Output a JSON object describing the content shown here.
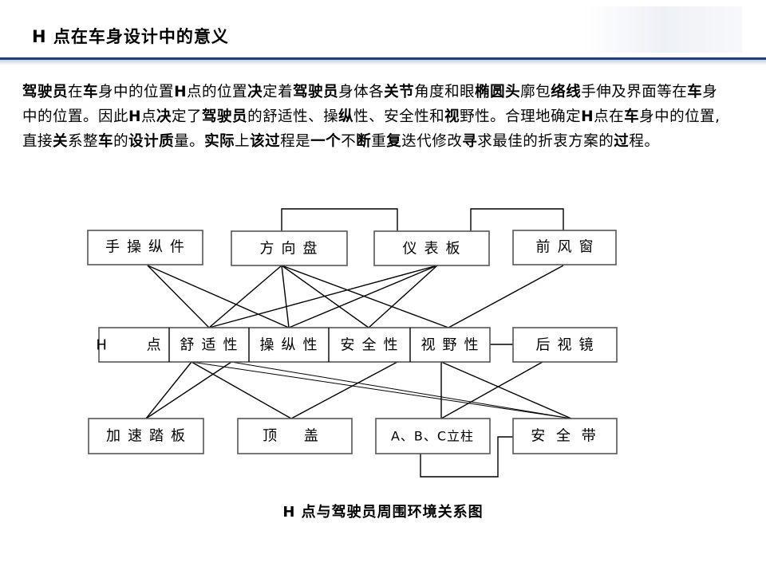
{
  "header": {
    "title": "H 点在车身设计中的意义"
  },
  "body": {
    "paragraph": [
      {
        "t": "驾驶员",
        "b": true
      },
      {
        "t": "在",
        "b": false
      },
      {
        "t": "车",
        "b": true
      },
      {
        "t": "身中的位置",
        "b": false
      },
      {
        "t": "H",
        "b": true
      },
      {
        "t": "点的位置",
        "b": false
      },
      {
        "t": "决",
        "b": true
      },
      {
        "t": "定着",
        "b": false
      },
      {
        "t": "驾驶员",
        "b": true
      },
      {
        "t": "身体各",
        "b": false
      },
      {
        "t": "关节",
        "b": true
      },
      {
        "t": "角度和眼",
        "b": false
      },
      {
        "t": "椭圆头",
        "b": true
      },
      {
        "t": "廓包",
        "b": false
      },
      {
        "t": "络线",
        "b": true
      },
      {
        "t": "手伸及界面等在",
        "b": false
      },
      {
        "t": "车",
        "b": true
      },
      {
        "t": "身中的位置。因此",
        "b": false
      },
      {
        "t": "H",
        "b": true
      },
      {
        "t": "点",
        "b": false
      },
      {
        "t": "决",
        "b": true
      },
      {
        "t": "定了",
        "b": false
      },
      {
        "t": "驾驶员",
        "b": true
      },
      {
        "t": "的舒适性、操",
        "b": false
      },
      {
        "t": "纵",
        "b": true
      },
      {
        "t": "性、安全性和",
        "b": false
      },
      {
        "t": "视",
        "b": true
      },
      {
        "t": "野性。合理地确定",
        "b": false
      },
      {
        "t": "H",
        "b": true
      },
      {
        "t": "点在",
        "b": false
      },
      {
        "t": "车",
        "b": true
      },
      {
        "t": "身中的位置,直接",
        "b": false
      },
      {
        "t": "关",
        "b": true
      },
      {
        "t": "系整",
        "b": false
      },
      {
        "t": "车",
        "b": true
      },
      {
        "t": "的",
        "b": false
      },
      {
        "t": "设计质",
        "b": true
      },
      {
        "t": "量。",
        "b": false
      },
      {
        "t": "实际",
        "b": true
      },
      {
        "t": "上",
        "b": false
      },
      {
        "t": "该过",
        "b": true
      },
      {
        "t": "程是",
        "b": false
      },
      {
        "t": "一个",
        "b": true
      },
      {
        "t": "不",
        "b": false
      },
      {
        "t": "断",
        "b": true
      },
      {
        "t": "重",
        "b": false
      },
      {
        "t": "复",
        "b": true
      },
      {
        "t": "迭代修改",
        "b": false
      },
      {
        "t": "寻",
        "b": true
      },
      {
        "t": "求最佳的折衷方案的",
        "b": false
      },
      {
        "t": "过",
        "b": true
      },
      {
        "t": "程。",
        "b": false
      }
    ]
  },
  "diagram": {
    "top_row": [
      "手操纵件",
      "方向盘",
      "仪表板",
      "前风窗"
    ],
    "middle_row": [
      "H 点",
      "舒适性",
      "操纵性",
      "安全性",
      "视野性"
    ],
    "side_box": "后视镜",
    "bottom_row": [
      "加速踏板",
      "顶 盖",
      "A、B、C立柱",
      "安 全 带"
    ],
    "caption": "H 点与驾驶员周围环境关系图"
  }
}
